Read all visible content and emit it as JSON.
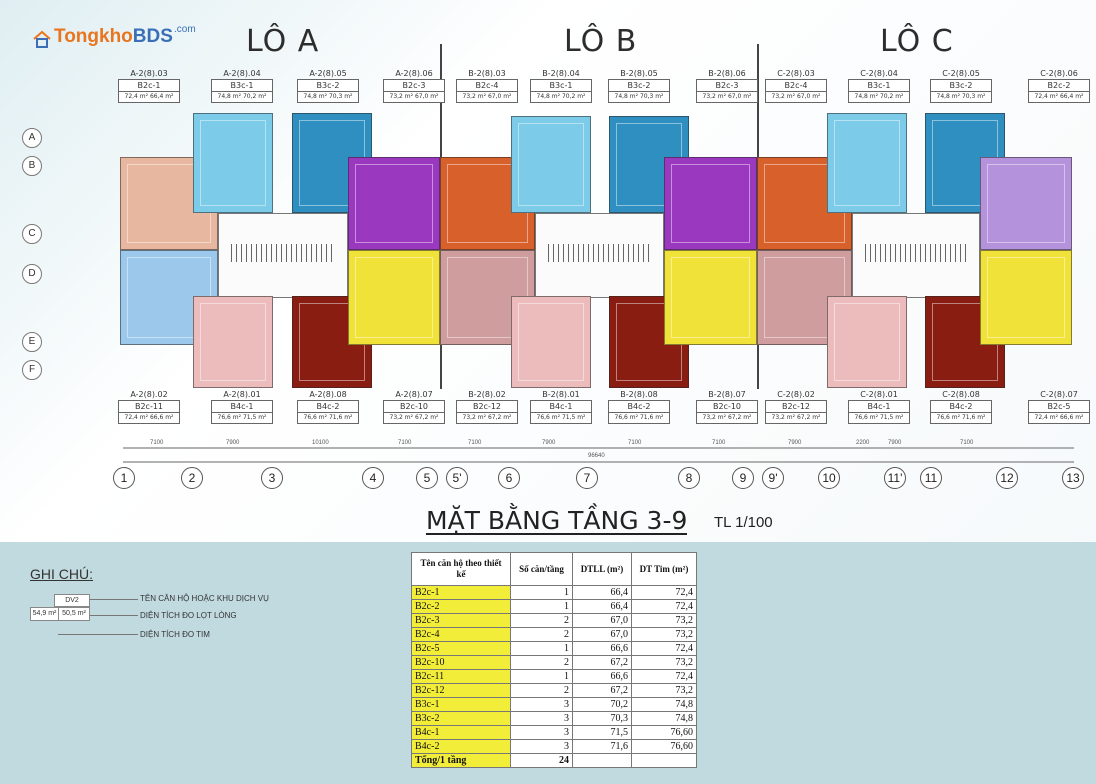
{
  "logo": {
    "brand_pre": "Tongkho",
    "brand_post": "BDS",
    "com": ".com"
  },
  "blocks": [
    {
      "title": "LÔ A",
      "color": "#333333"
    },
    {
      "title": "LÔ B",
      "color": "#333333"
    },
    {
      "title": "LÔ C",
      "color": "#333333"
    }
  ],
  "top_units": [
    {
      "code": "A-2(8).03",
      "type": "B2c-1",
      "area": "72,4 m²    66,4 m²"
    },
    {
      "code": "A-2(8).04",
      "type": "B3c-1",
      "area": "74,8 m²    70,2 m²"
    },
    {
      "code": "A-2(8).05",
      "type": "B3c-2",
      "area": "74,8 m²    70,3 m²"
    },
    {
      "code": "A-2(8).06",
      "type": "B2c-3",
      "area": "73,2 m²    67,0 m²"
    },
    {
      "code": "B-2(8).03",
      "type": "B2c-4",
      "area": "73,2 m²    67,0 m²"
    },
    {
      "code": "B-2(8).04",
      "type": "B3c-1",
      "area": "74,8 m²    70,2 m²"
    },
    {
      "code": "B-2(8).05",
      "type": "B3c-2",
      "area": "74,8 m²    70,3 m²"
    },
    {
      "code": "B-2(8).06",
      "type": "B2c-3",
      "area": "73,2 m²    67,0 m²"
    },
    {
      "code": "C-2(8).03",
      "type": "B2c-4",
      "area": "73,2 m²    67,0 m²"
    },
    {
      "code": "C-2(8).04",
      "type": "B3c-1",
      "area": "74,8 m²    70,2 m²"
    },
    {
      "code": "C-2(8).05",
      "type": "B3c-2",
      "area": "74,8 m²    70,3 m²"
    },
    {
      "code": "C-2(8).06",
      "type": "B2c-2",
      "area": "72,4 m²    66,4 m²"
    }
  ],
  "bottom_units": [
    {
      "code": "A-2(8).02",
      "type": "B2c-11",
      "area": "72,4 m²    66,6 m²"
    },
    {
      "code": "A-2(8).01",
      "type": "B4c-1",
      "area": "76,6 m²    71,5 m²"
    },
    {
      "code": "A-2(8).08",
      "type": "B4c-2",
      "area": "76,6 m²    71,6 m²"
    },
    {
      "code": "A-2(8).07",
      "type": "B2c-10",
      "area": "73,2 m²    67,2 m²"
    },
    {
      "code": "B-2(8).02",
      "type": "B2c-12",
      "area": "73,2 m²    67,2 m²"
    },
    {
      "code": "B-2(8).01",
      "type": "B4c-1",
      "area": "76,6 m²    71,5 m²"
    },
    {
      "code": "B-2(8).08",
      "type": "B4c-2",
      "area": "76,6 m²    71,6 m²"
    },
    {
      "code": "B-2(8).07",
      "type": "B2c-10",
      "area": "73,2 m²    67,2 m²"
    },
    {
      "code": "C-2(8).02",
      "type": "B2c-12",
      "area": "73,2 m²    67,2 m²"
    },
    {
      "code": "C-2(8).01",
      "type": "B4c-1",
      "area": "76,6 m²    71,5 m²"
    },
    {
      "code": "C-2(8).08",
      "type": "B4c-2",
      "area": "76,6 m²    71,6 m²"
    },
    {
      "code": "C-2(8).07",
      "type": "B2c-5",
      "area": "72,4 m²    66,6 m²"
    }
  ],
  "unit_colors": {
    "peach": "#e8b7a0",
    "sky": "#7ccbe8",
    "teal": "#2f8fc0",
    "purple": "#9a38c0",
    "orange": "#d8602a",
    "yellow": "#f1e23a",
    "pink": "#ecbcbc",
    "maroon": "#8a1d12",
    "light_blue": "#9cc8ec",
    "rose": "#cf9d9d",
    "lilac": "#b592dc"
  },
  "row_labels": [
    "A",
    "B",
    "C",
    "D",
    "E",
    "F"
  ],
  "axis_labels": [
    "1",
    "2",
    "3",
    "4",
    "5",
    "5'",
    "6",
    "7",
    "8",
    "9",
    "9'",
    "10",
    "11'",
    "11",
    "12",
    "13"
  ],
  "dimensions": [
    "7100",
    "7900",
    "10100",
    "7100",
    "7100",
    "7900",
    "7100",
    "7100",
    "7900",
    "2200",
    "7900",
    "7100"
  ],
  "total_dimension": "96640",
  "floor_title": "MẶT BẰNG TẦNG 3-9",
  "scale": "TL 1/100",
  "legend": {
    "title": "GHI CHÚ:",
    "sample_code": "DV2",
    "sample_area_1": "54,9 m²",
    "sample_area_2": "50,5 m²",
    "line1": "TÊN CĂN HỘ HOẶC KHU DỊCH VỤ",
    "line2": "DIỆN TÍCH ĐO LỌT LÒNG",
    "line3": "DIỆN TÍCH ĐO TIM"
  },
  "table": {
    "headers": [
      "Tên căn hộ theo thiết kế",
      "Số căn/tầng",
      "DTLL (m²)",
      "DT Tim (m²)"
    ],
    "rows": [
      [
        "B2c-1",
        "1",
        "66,4",
        "72,4"
      ],
      [
        "B2c-2",
        "1",
        "66,4",
        "72,4"
      ],
      [
        "B2c-3",
        "2",
        "67,0",
        "73,2"
      ],
      [
        "B2c-4",
        "2",
        "67,0",
        "73,2"
      ],
      [
        "B2c-5",
        "1",
        "66,6",
        "72,4"
      ],
      [
        "B2c-10",
        "2",
        "67,2",
        "73,2"
      ],
      [
        "B2c-11",
        "1",
        "66,6",
        "72,4"
      ],
      [
        "B2c-12",
        "2",
        "67,2",
        "73,2"
      ],
      [
        "B3c-1",
        "3",
        "70,2",
        "74,8"
      ],
      [
        "B3c-2",
        "3",
        "70,3",
        "74,8"
      ],
      [
        "B4c-1",
        "3",
        "71,5",
        "76,60"
      ],
      [
        "B4c-2",
        "3",
        "71,6",
        "76,60"
      ]
    ],
    "total_label": "Tổng/1 tầng",
    "total_count": "24"
  }
}
